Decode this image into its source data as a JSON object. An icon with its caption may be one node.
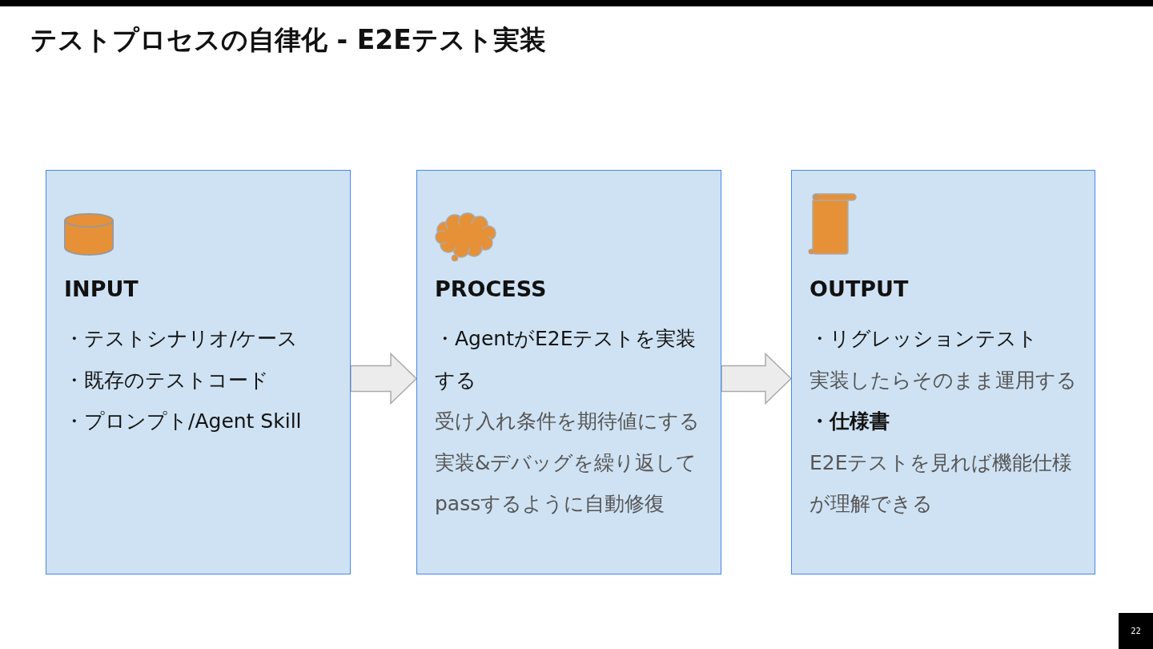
{
  "diagram": {
    "title": "テストプロセスの自律化 - E2Eテスト実装",
    "nodes": [
      {
        "text": [
          "INPUT",
          "・テストシナリオ/ケース",
          "・既存のテストコード",
          "・プロンプト/Agent Skill"
        ]
      },
      {
        "text": [
          "PROCESS",
          "・AgentがE2Eテストを実装する",
          "受け入れ条件を期待値にする",
          "実装&デバッグを繰り返して",
          "passするように自動修復"
        ]
      },
      {
        "text": [
          "OUTPUT",
          "・リグレッションテスト",
          "実装したらそのまま運用する",
          "・仕様書",
          "E2Eテストを見れば機能仕様が理解できる"
        ]
      }
    ],
    "edges": [
      {
        "from": 0,
        "to": 1,
        "arrow": "to"
      },
      {
        "from": 1,
        "to": 2,
        "arrow": "to"
      }
    ],
    "labels": [
      "22"
    ]
  }
}
